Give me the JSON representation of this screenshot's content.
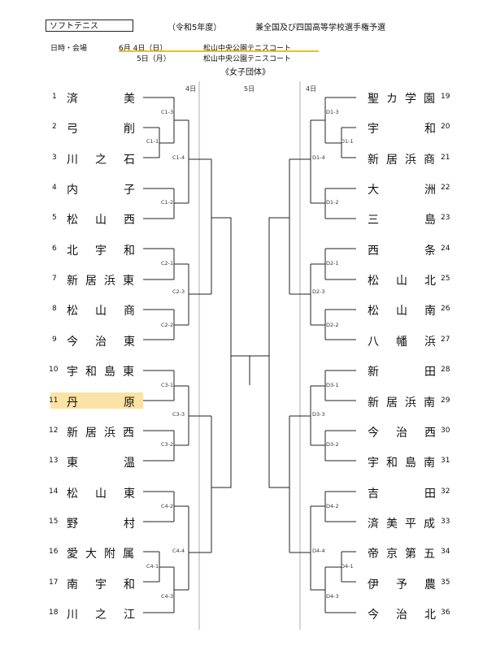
{
  "header": {
    "sport": "ソフトテニス",
    "year": "（令和5年度）",
    "event": "兼全国及び四国高等学校選手権予選",
    "datetime_label": "日時・会場",
    "day1_date": "6月 4日（日）",
    "day1_venue": "松山中央公園テニスコート",
    "day2_date": "5日（月）",
    "day2_venue": "松山中央公園テニスコート",
    "category": "《女子団体》"
  },
  "columns": {
    "left_day": "4日",
    "center_day": "5日",
    "right_day": "4日"
  },
  "left_teams": [
    {
      "num": "1",
      "chars": [
        "済",
        "",
        "美"
      ]
    },
    {
      "num": "2",
      "chars": [
        "弓",
        "",
        "削"
      ]
    },
    {
      "num": "3",
      "chars": [
        "川",
        "之",
        "石"
      ]
    },
    {
      "num": "4",
      "chars": [
        "内",
        "",
        "子"
      ]
    },
    {
      "num": "5",
      "chars": [
        "松",
        "山",
        "西"
      ]
    },
    {
      "num": "6",
      "chars": [
        "北",
        "宇",
        "和"
      ]
    },
    {
      "num": "7",
      "chars": [
        "新",
        "居",
        "浜",
        "東"
      ]
    },
    {
      "num": "8",
      "chars": [
        "松",
        "山",
        "商"
      ]
    },
    {
      "num": "9",
      "chars": [
        "今",
        "治",
        "東"
      ]
    },
    {
      "num": "10",
      "chars": [
        "宇",
        "和",
        "島",
        "東"
      ]
    },
    {
      "num": "11",
      "chars": [
        "丹",
        "",
        "原"
      ]
    },
    {
      "num": "12",
      "chars": [
        "新",
        "居",
        "浜",
        "西"
      ]
    },
    {
      "num": "13",
      "chars": [
        "東",
        "",
        "温"
      ]
    },
    {
      "num": "14",
      "chars": [
        "松",
        "山",
        "東"
      ]
    },
    {
      "num": "15",
      "chars": [
        "野",
        "",
        "村"
      ]
    },
    {
      "num": "16",
      "chars": [
        "愛",
        "大",
        "附",
        "属"
      ]
    },
    {
      "num": "17",
      "chars": [
        "南",
        "宇",
        "和"
      ]
    },
    {
      "num": "18",
      "chars": [
        "川",
        "之",
        "江"
      ]
    }
  ],
  "right_teams": [
    {
      "num": "19",
      "chars": [
        "聖",
        "カ",
        "学",
        "園"
      ]
    },
    {
      "num": "20",
      "chars": [
        "宇",
        "",
        "和"
      ]
    },
    {
      "num": "21",
      "chars": [
        "新",
        "居",
        "浜",
        "商"
      ]
    },
    {
      "num": "22",
      "chars": [
        "大",
        "",
        "洲"
      ]
    },
    {
      "num": "23",
      "chars": [
        "三",
        "",
        "島"
      ]
    },
    {
      "num": "24",
      "chars": [
        "西",
        "",
        "条"
      ]
    },
    {
      "num": "25",
      "chars": [
        "松",
        "山",
        "北"
      ]
    },
    {
      "num": "26",
      "chars": [
        "松",
        "山",
        "南"
      ]
    },
    {
      "num": "27",
      "chars": [
        "八",
        "幡",
        "浜"
      ]
    },
    {
      "num": "28",
      "chars": [
        "新",
        "",
        "田"
      ]
    },
    {
      "num": "29",
      "chars": [
        "新",
        "居",
        "浜",
        "南"
      ]
    },
    {
      "num": "30",
      "chars": [
        "今",
        "治",
        "西"
      ]
    },
    {
      "num": "31",
      "chars": [
        "宇",
        "和",
        "島",
        "南"
      ]
    },
    {
      "num": "32",
      "chars": [
        "吉",
        "",
        "田"
      ]
    },
    {
      "num": "33",
      "chars": [
        "済",
        "美",
        "平",
        "成"
      ]
    },
    {
      "num": "34",
      "chars": [
        "帝",
        "京",
        "第",
        "五"
      ]
    },
    {
      "num": "35",
      "chars": [
        "伊",
        "予",
        "農"
      ]
    },
    {
      "num": "36",
      "chars": [
        "今",
        "治",
        "北"
      ]
    }
  ],
  "match_labels": {
    "C1_1": "C1-1",
    "C1_2": "C1-2",
    "C1_3": "C1-3",
    "C1_4": "C1-4",
    "C2_1": "C2-1",
    "C2_2": "C2-2",
    "C2_3": "C2-3",
    "C3_1": "C3-1",
    "C3_2": "C3-2",
    "C3_3": "C3-3",
    "C4_1": "C4-1",
    "C4_2": "C4-2",
    "C4_3": "C4-3",
    "C4_4": "C4-4",
    "D1_1": "D1-1",
    "D1_2": "D1-2",
    "D1_3": "D1-3",
    "D1_4": "D1-4",
    "D2_1": "D2-1",
    "D2_2": "D2-2",
    "D2_3": "D2-3",
    "D3_1": "D3-1",
    "D3_2": "D3-2",
    "D3_3": "D3-3",
    "D4_1": "D4-1",
    "D4_2": "D4-2",
    "D4_3": "D4-3",
    "D4_4": "D4-4"
  },
  "highlighted_team": "11"
}
